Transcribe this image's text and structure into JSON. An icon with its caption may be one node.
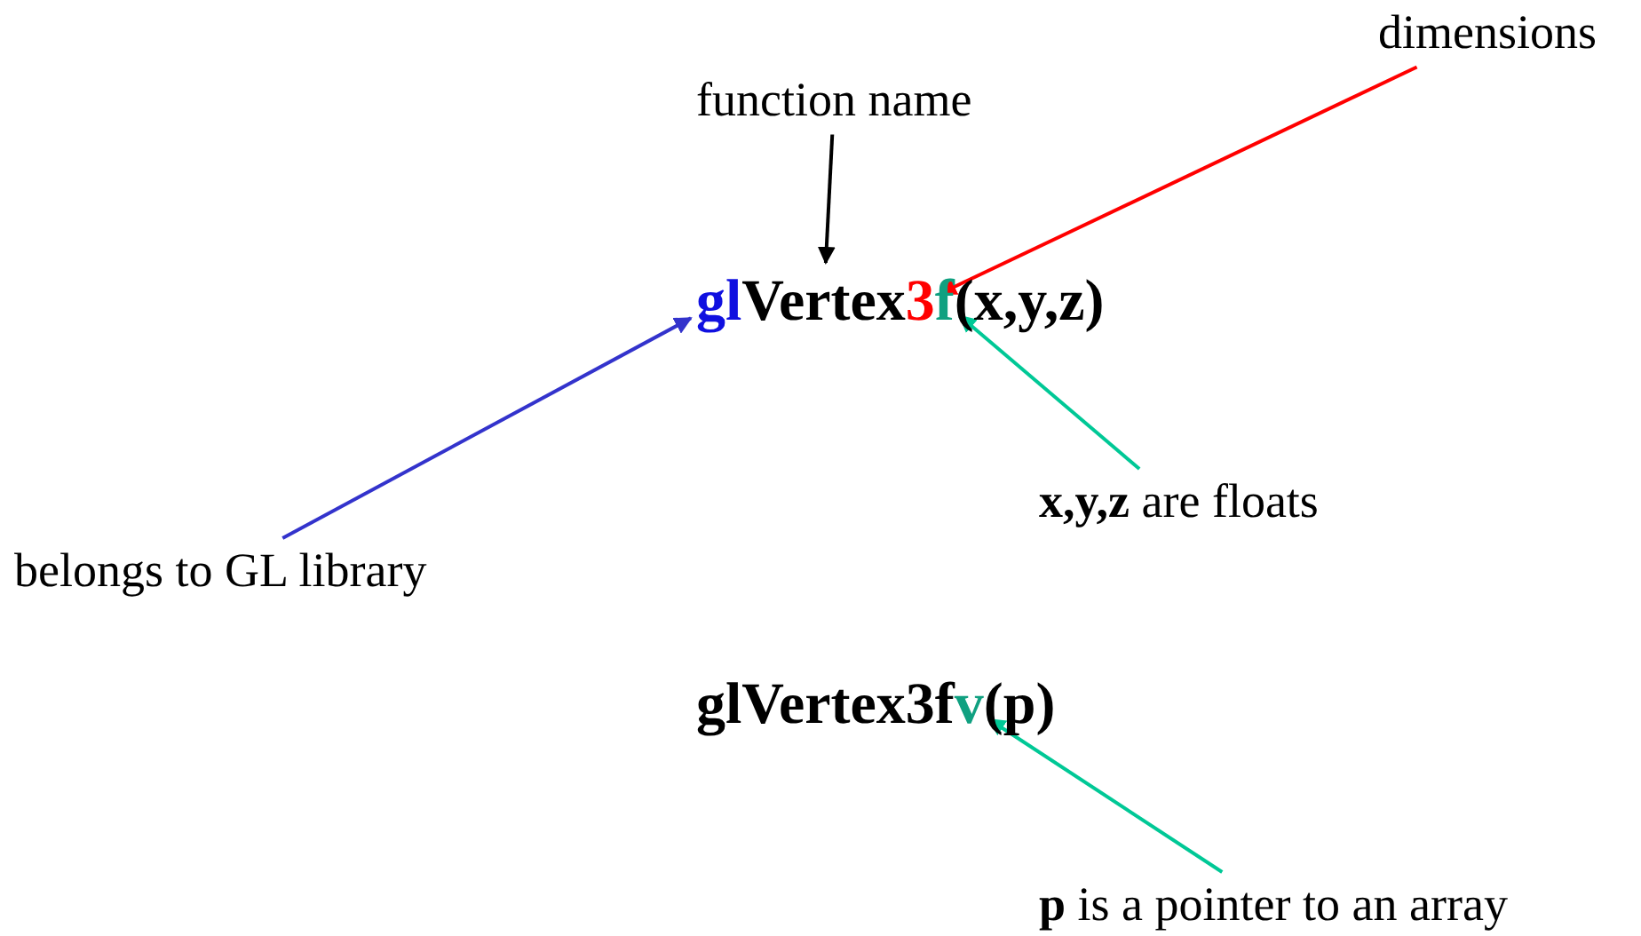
{
  "diagram": {
    "nodes": [
      {
        "text": [
          "function name"
        ]
      },
      {
        "text": [
          "dimensions"
        ]
      },
      {
        "text": [
          "belongs to GL library"
        ]
      },
      {
        "text": [
          "**x,y,z** are floats"
        ]
      },
      {
        "text": [
          "**p** is a pointer to an array"
        ]
      },
      {
        "text": [
          "gl"
        ]
      },
      {
        "text": [
          "Vertex"
        ]
      },
      {
        "text": [
          "3"
        ]
      },
      {
        "text": [
          "f"
        ]
      },
      {
        "text": [
          "glVertex3f"
        ]
      },
      {
        "text": [
          "v"
        ]
      }
    ],
    "edges": [
      {
        "from": 0,
        "to": 6,
        "arrow": "to",
        "color": "#000000"
      },
      {
        "from": 1,
        "to": 7,
        "arrow": "to",
        "color": "#ff0000"
      },
      {
        "from": 2,
        "to": 5,
        "arrow": "to",
        "color": "#3333cc"
      },
      {
        "from": 3,
        "to": 8,
        "arrow": "to",
        "color": "#00c896"
      },
      {
        "from": 4,
        "to": 10,
        "arrow": "to",
        "color": "#00c896"
      }
    ],
    "labels": [
      "(x,y,z)",
      "(p)"
    ]
  }
}
